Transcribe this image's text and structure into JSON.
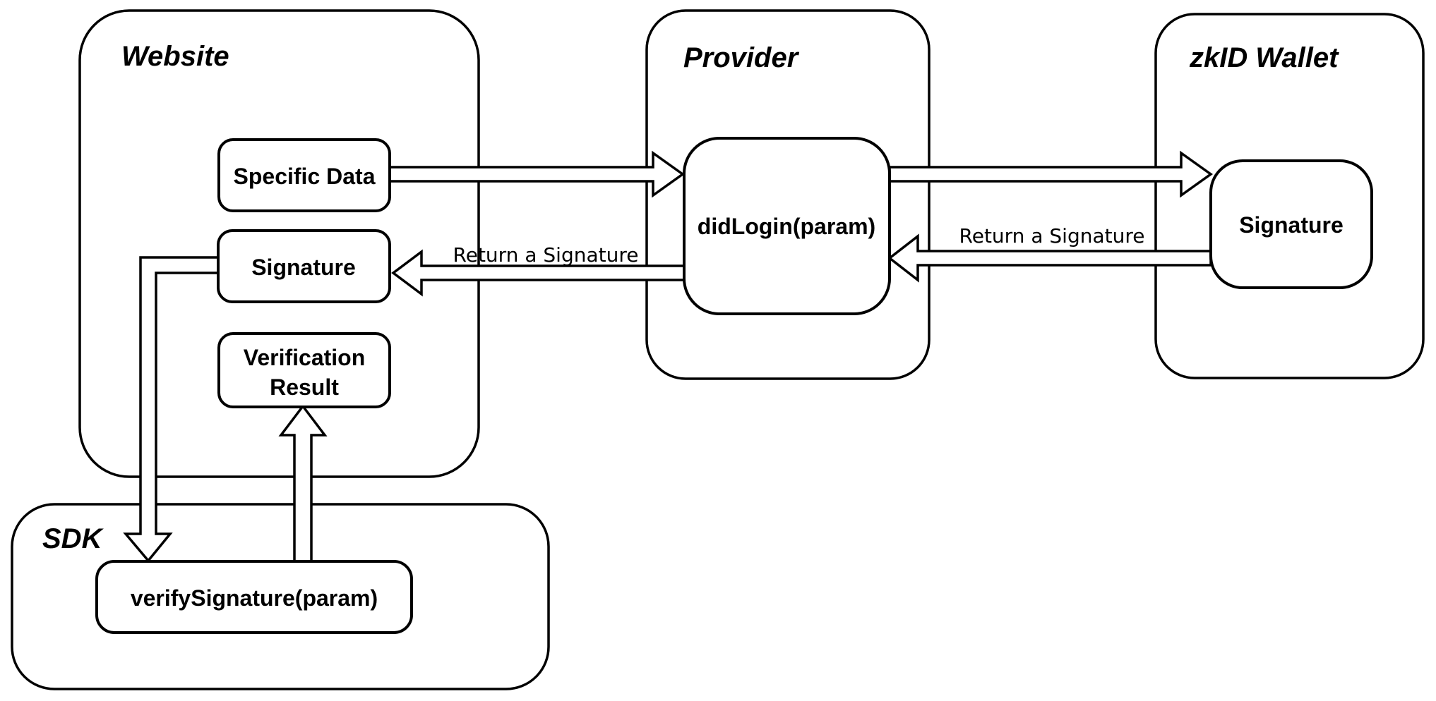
{
  "diagram": {
    "containers": {
      "website": {
        "label": "Website"
      },
      "provider": {
        "label": "Provider"
      },
      "zkid_wallet": {
        "label": "zkID Wallet"
      },
      "sdk": {
        "label": "SDK"
      }
    },
    "nodes": {
      "specific_data": {
        "label": "Specific Data"
      },
      "website_signature": {
        "label": "Signature"
      },
      "verification_result": {
        "lines": [
          "Verification",
          "Result"
        ]
      },
      "did_login": {
        "label": "didLogin(param)"
      },
      "wallet_signature": {
        "label": "Signature"
      },
      "verify_signature": {
        "label": "verifySignature(param)"
      }
    },
    "edge_labels": {
      "provider_to_website_return": "Return a Signature",
      "wallet_to_provider_return": "Return a Signature"
    },
    "colors": {
      "stroke": "#000000",
      "fill": "#ffffff",
      "background": "#ffffff"
    }
  }
}
